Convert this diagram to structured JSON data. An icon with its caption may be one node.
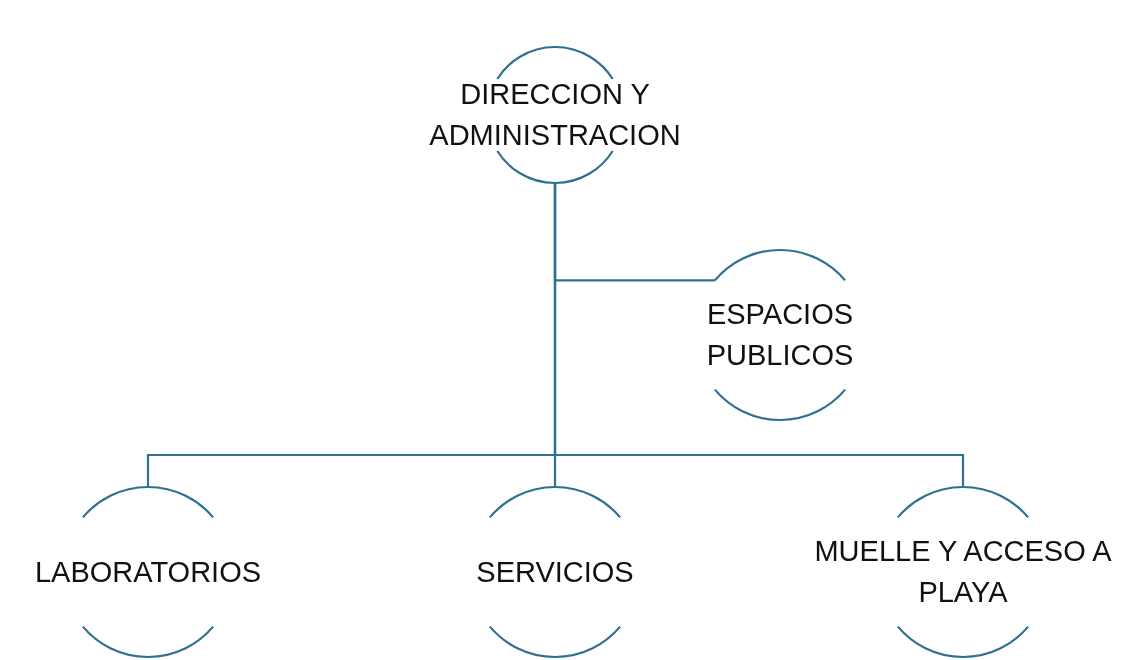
{
  "diagram": {
    "nodes": [
      {
        "text": [
          "DIRECCION Y ADMINISTRACION"
        ]
      },
      {
        "text": [
          "ESPACIOS PUBLICOS"
        ]
      },
      {
        "text": [
          "LABORATORIOS"
        ]
      },
      {
        "text": [
          "SERVICIOS"
        ]
      },
      {
        "text": [
          "MUELLE Y ACCESO A PLAYA"
        ]
      }
    ],
    "edges": [
      {
        "from": 0,
        "to": 1,
        "arrow": "none"
      },
      {
        "from": 0,
        "to": 2,
        "arrow": "none"
      },
      {
        "from": 0,
        "to": 3,
        "arrow": "none"
      },
      {
        "from": 0,
        "to": 4,
        "arrow": "none"
      }
    ]
  }
}
